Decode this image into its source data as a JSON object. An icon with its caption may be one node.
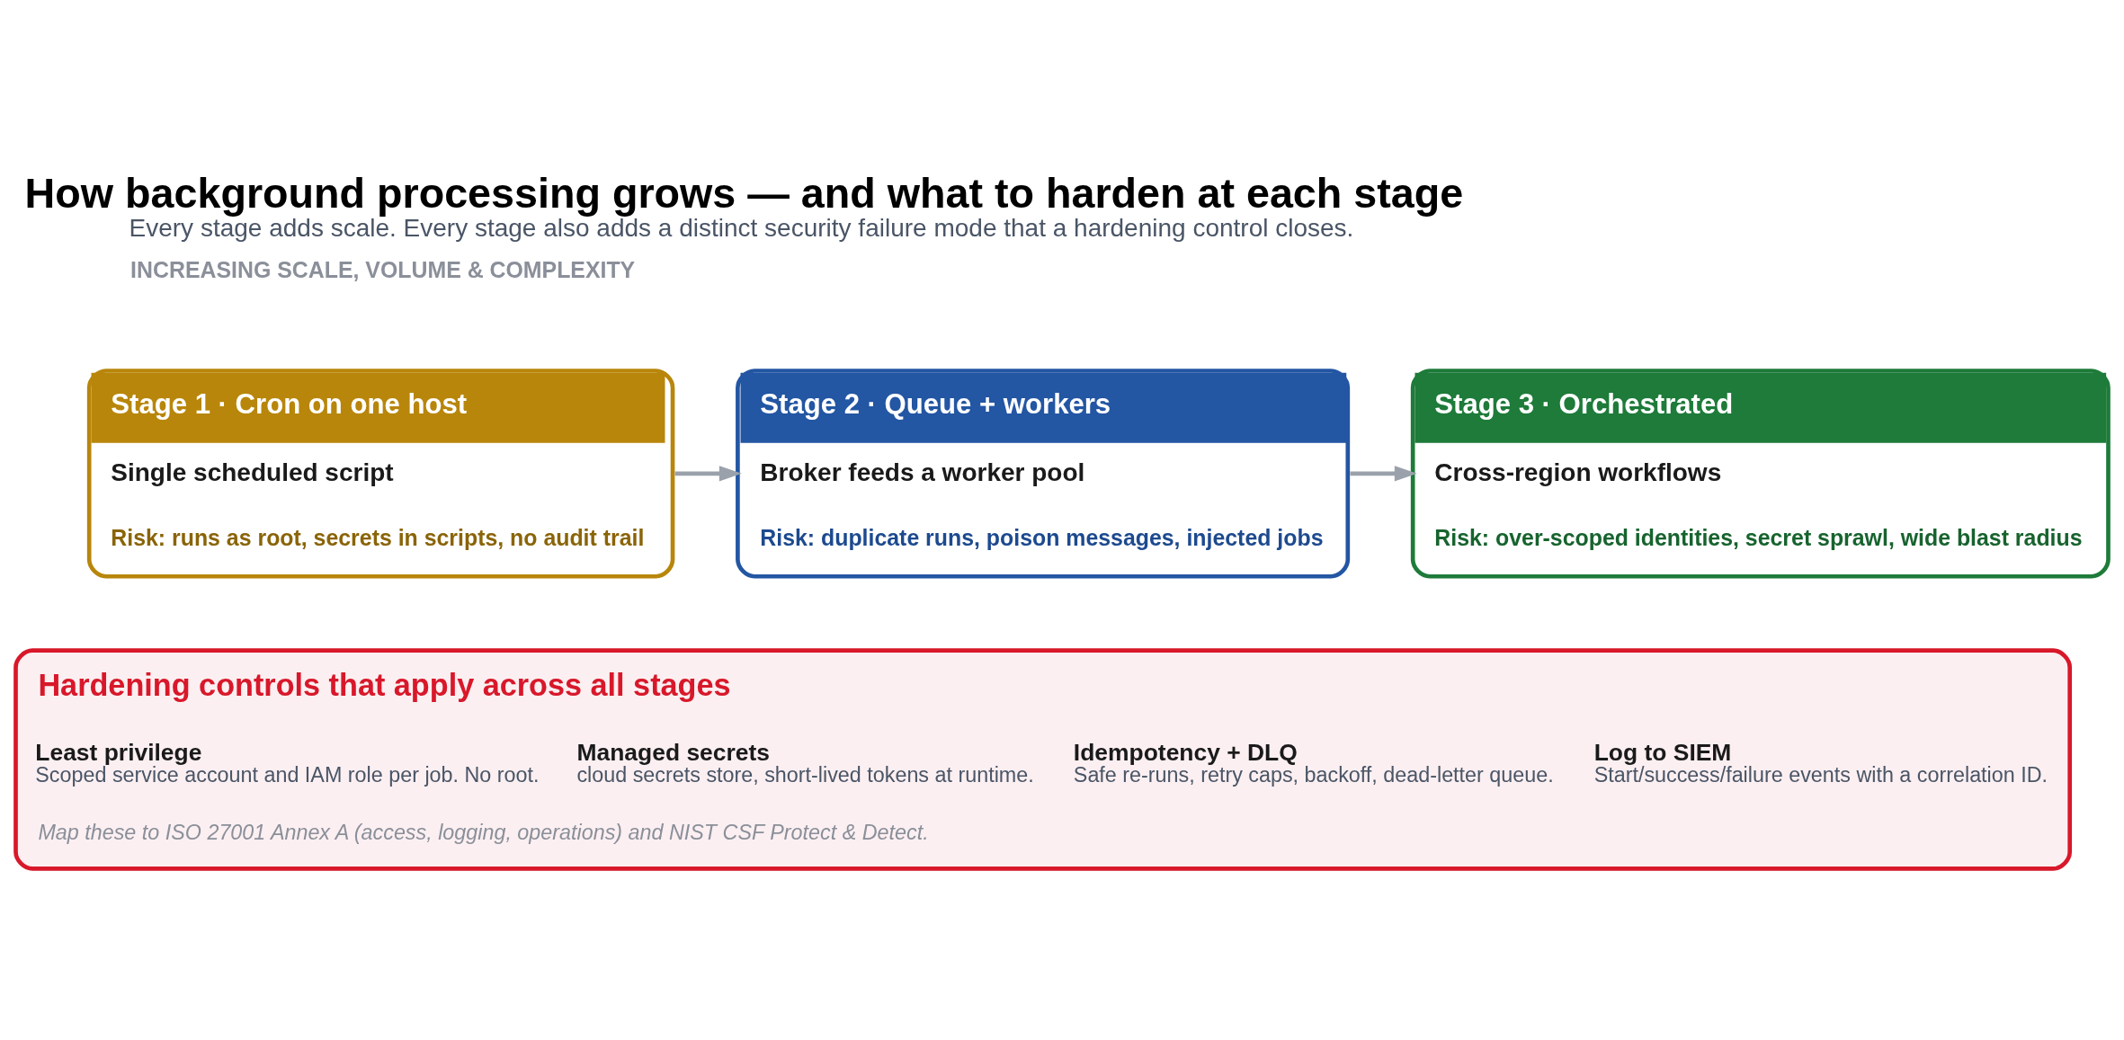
{
  "diagram": {
    "title": "How background processing grows — and what to harden at each stage",
    "caption": "Every stage adds scale. Every stage also adds a distinct security failure mode that a hardening control closes.",
    "nodes": [
      {
        "text": [
          "Stage 1 · Cron on one host",
          "Single scheduled script",
          "Risk: runs as root, secrets in scripts, no audit trail"
        ]
      },
      {
        "text": [
          "Stage 2 · Queue + workers",
          "Broker feeds a worker pool",
          "Risk: duplicate runs, poison messages, injected jobs"
        ]
      },
      {
        "text": [
          "Stage 3 · Orchestrated",
          "Cross-region workflows",
          "Risk: over-scoped identities, secret sprawl, wide blast radius"
        ]
      },
      {
        "text": [
          "Hardening controls that apply across all stages",
          "Least privilege",
          "Scoped service account and IAM role per job. No root.",
          "Managed secrets",
          "cloud secrets store, short-lived tokens at runtime.",
          "Idempotency + DLQ",
          "Safe re-runs, retry caps, backoff, dead-letter queue.",
          "Log to SIEM",
          "Start/success/failure events with a correlation ID.",
          "Map these to ISO 27001 Annex A (access, logging, operations) and NIST CSF Protect & Detect."
        ]
      }
    ],
    "edges": [
      {
        "from": 0,
        "to": 1,
        "arrow": "to"
      },
      {
        "from": 1,
        "to": 2,
        "arrow": "to"
      }
    ],
    "labels": [
      "INCREASING SCALE, VOLUME & COMPLEXITY"
    ]
  }
}
